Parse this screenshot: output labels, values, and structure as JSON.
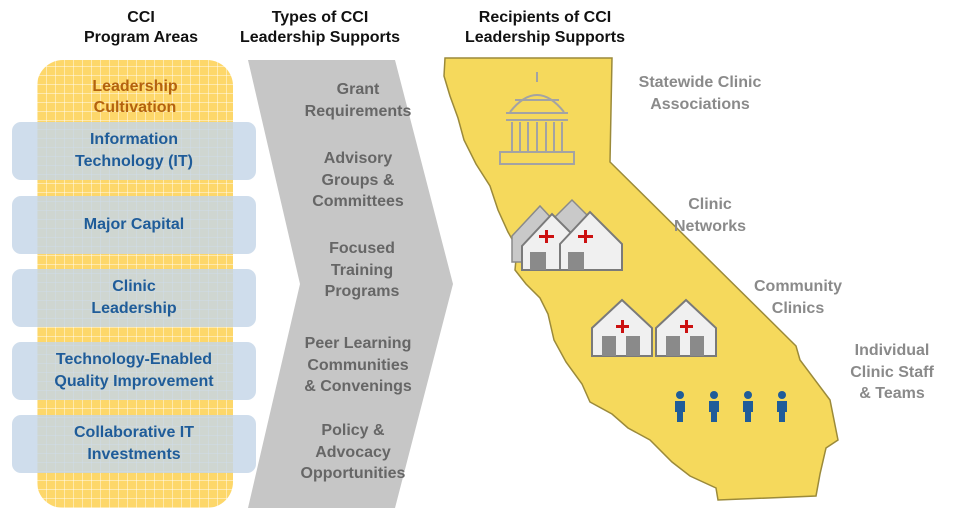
{
  "headers": {
    "program_areas": [
      "CCI",
      "Program Areas"
    ],
    "types": [
      "Types of CCI",
      "Leadership Supports"
    ],
    "recipients": [
      "Recipients of CCI",
      "Leadership Supports"
    ]
  },
  "leadership_cultivation": [
    "Leadership",
    "Cultivation"
  ],
  "program_areas": [
    [
      "Information",
      "Technology (IT)"
    ],
    [
      "Major Capital"
    ],
    [
      "Clinic",
      "Leadership"
    ],
    [
      "Technology-Enabled",
      "Quality Improvement"
    ],
    [
      "Collaborative IT",
      "Investments"
    ]
  ],
  "support_types": [
    [
      "Grant",
      "Requirements"
    ],
    [
      "Advisory",
      "Groups &",
      "Committees"
    ],
    [
      "Focused",
      "Training",
      "Programs"
    ],
    [
      "Peer Learning",
      "Communities",
      "& Convenings"
    ],
    [
      "Policy &",
      "Advocacy",
      "Opportunities"
    ]
  ],
  "recipients": [
    [
      "Statewide Clinic",
      "Associations"
    ],
    [
      "Clinic",
      "Networks"
    ],
    [
      "Community",
      "Clinics"
    ],
    [
      "Individual",
      "Clinic Staff",
      "& Teams"
    ]
  ],
  "colors": {
    "column_yellow": "#fdd76a",
    "program_box": "#c4d6e8",
    "program_text": "#1f5c99",
    "cultivation_text": "#b3620f",
    "arrow_gray": "#c6c6c6",
    "state_fill": "#f5d95c",
    "recipient_text": "#8a8a8a",
    "person_blue": "#1f5c99",
    "cross_red": "#cc1111"
  },
  "icons": [
    "capitol-building-icon",
    "clinic-network-icon",
    "community-clinic-icon",
    "person-icon"
  ]
}
